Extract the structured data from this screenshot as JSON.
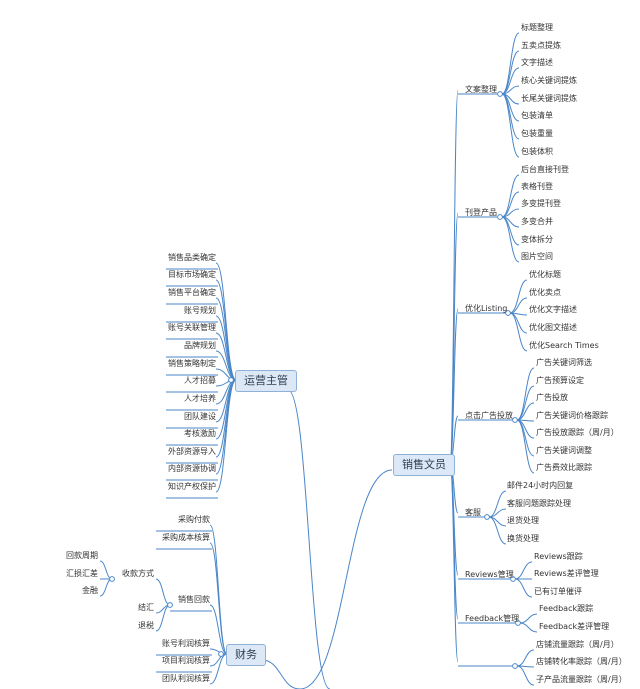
{
  "colors": {
    "line": "#4a86c8",
    "main_bg": "#dce8f5",
    "main_border": "#8fb1d9",
    "text": "#333333"
  },
  "right": {
    "main": "销售文员",
    "groups": [
      {
        "label": "文案整理",
        "items": [
          "标题整理",
          "五卖点提炼",
          "文字描述",
          "核心关键词提炼",
          "长尾关键词提炼",
          "包装清单",
          "包装重量",
          "包装体积"
        ]
      },
      {
        "label": "刊登产品",
        "items": [
          "后台直接刊登",
          "表格刊登",
          "多变提刊登",
          "多变合并",
          "变体拆分",
          "图片空间"
        ]
      },
      {
        "label": "优化Listing",
        "items": [
          "优化标题",
          "优化卖点",
          "优化文字描述",
          "优化图文描述",
          "优化Search Times"
        ]
      },
      {
        "label": "点击广告投放",
        "items": [
          "广告关键词筛选",
          "广告预算设定",
          "广告投放",
          "广告关键词价格跟踪",
          "广告投放跟踪（周/月）",
          "广告关键词调整",
          "广告费效比跟踪"
        ]
      },
      {
        "label": "客服",
        "items": [
          "邮件24小时内回复",
          "客服问题跟踪处理",
          "退货处理",
          "换货处理"
        ]
      },
      {
        "label": "Reviews管理",
        "items": [
          "Reviews跟踪",
          "Reviews差评管理",
          "已有订单催评"
        ]
      },
      {
        "label": "Feedback管理",
        "items": [
          "Feedback跟踪",
          "Feedback差评管理"
        ]
      },
      {
        "label": "",
        "items": [
          "店铺流量跟踪（周/月）",
          "店铺转化率跟踪（周/月）",
          "子产品流量跟踪（周/月）"
        ]
      }
    ]
  },
  "left_ops": {
    "main": "运营主管",
    "items": [
      "销售品类确定",
      "目标市场确定",
      "销售平台确定",
      "账号规划",
      "账号关联管理",
      "品牌规划",
      "销售策略制定",
      "人才招募",
      "人才培养",
      "团队建设",
      "考核激励",
      "外部资源导入",
      "内部资源协调",
      "知识产权保护"
    ]
  },
  "left_fin": {
    "main": "财务",
    "items": [
      "采购付款",
      "采购成本核算",
      "销售回款",
      "账号利润核算",
      "项目利润核算",
      "团队利润核算"
    ],
    "sales_children": [
      "收款方式",
      "结汇",
      "退税"
    ],
    "payment_children": [
      "回款周期",
      "汇损汇差",
      "金融"
    ]
  }
}
